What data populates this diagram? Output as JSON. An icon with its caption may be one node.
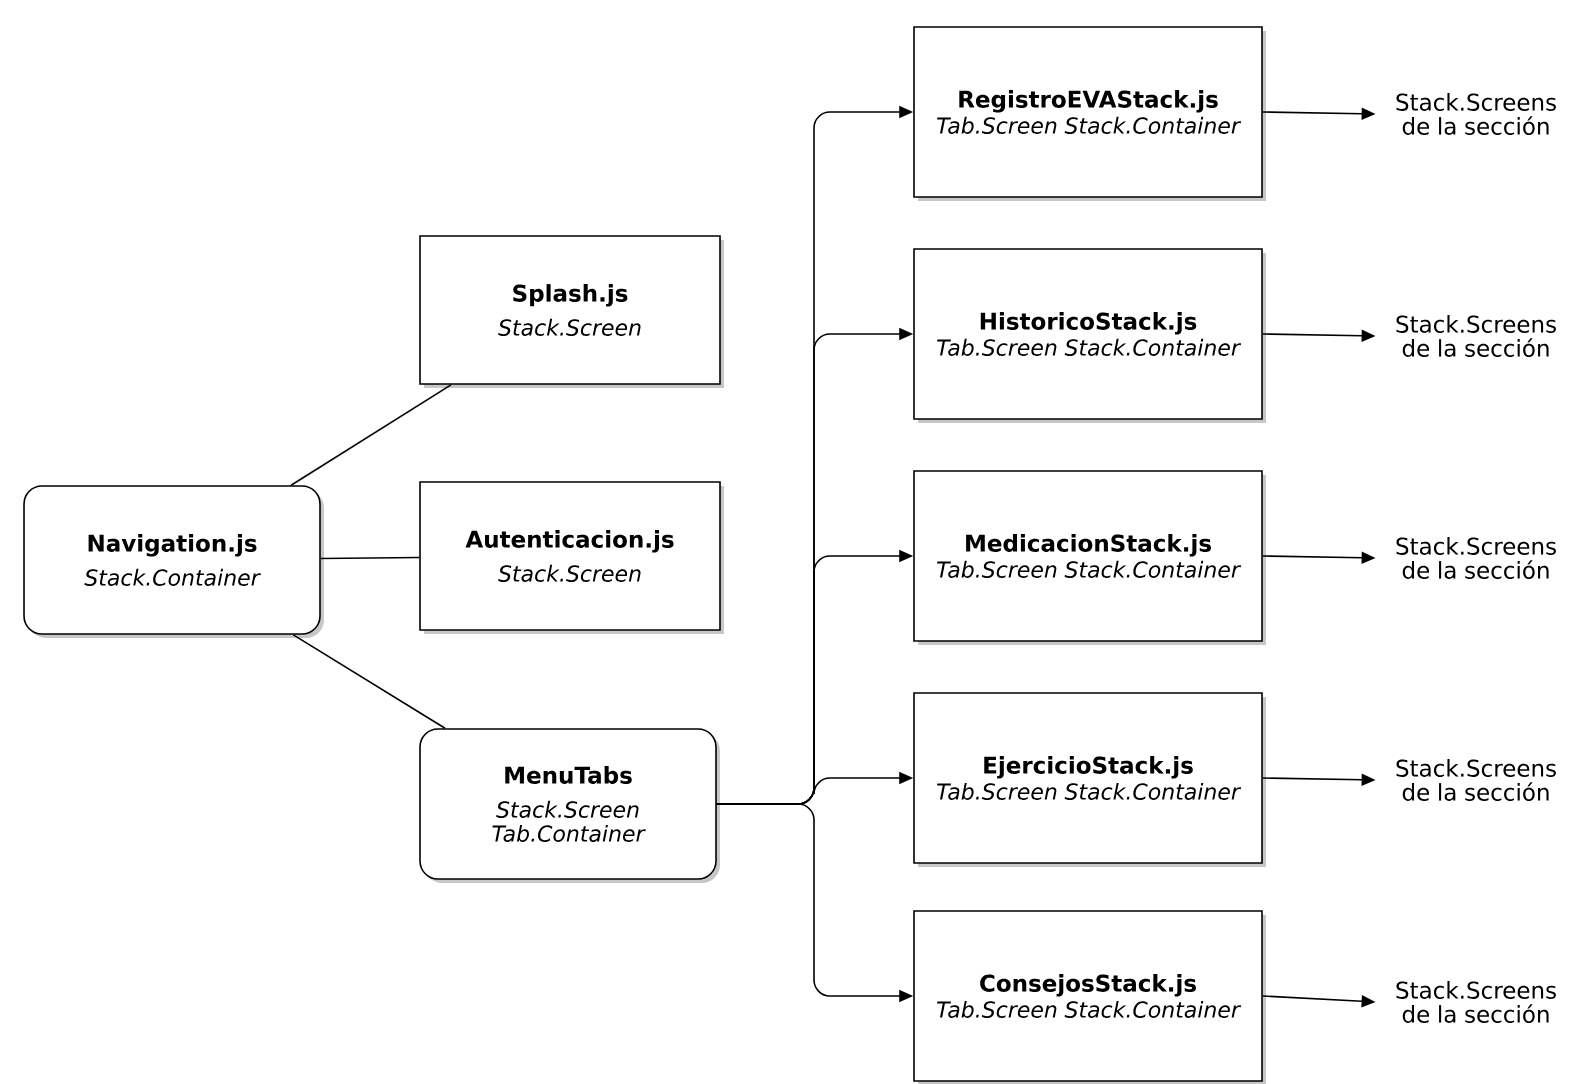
{
  "diagram": {
    "nodes": [
      {
        "text": [
          "Navigation.js",
          "Stack.Container"
        ]
      },
      {
        "text": [
          "Splash.js",
          "Stack.Screen"
        ]
      },
      {
        "text": [
          "Autenticacion.js",
          "Stack.Screen"
        ]
      },
      {
        "text": [
          "MenuTabs",
          "Stack.Screen Tab.Container"
        ]
      },
      {
        "text": [
          "RegistroEVAStack.js",
          "Tab.Screen Stack.Container"
        ]
      },
      {
        "text": [
          "HistoricoStack.js",
          "Tab.Screen Stack.Container"
        ]
      },
      {
        "text": [
          "MedicacionStack.js",
          "Tab.Screen Stack.Container"
        ]
      },
      {
        "text": [
          "EjercicioStack.js",
          "Tab.Screen Stack.Container"
        ]
      },
      {
        "text": [
          "ConsejosStack.js",
          "Tab.Screen Stack.Container"
        ]
      },
      {
        "text": [
          "Stack.Screens de la sección"
        ]
      },
      {
        "text": [
          "Stack.Screens de la sección"
        ]
      },
      {
        "text": [
          "Stack.Screens de la sección"
        ]
      },
      {
        "text": [
          "Stack.Screens de la sección"
        ]
      },
      {
        "text": [
          "Stack.Screens de la sección"
        ]
      }
    ],
    "edges": [
      {
        "from": 0,
        "to": 1,
        "arrow": "none"
      },
      {
        "from": 0,
        "to": 2,
        "arrow": "none"
      },
      {
        "from": 0,
        "to": 3,
        "arrow": "none"
      },
      {
        "from": 3,
        "to": 4,
        "arrow": "to"
      },
      {
        "from": 3,
        "to": 5,
        "arrow": "to"
      },
      {
        "from": 3,
        "to": 6,
        "arrow": "to"
      },
      {
        "from": 3,
        "to": 7,
        "arrow": "to"
      },
      {
        "from": 3,
        "to": 8,
        "arrow": "to"
      },
      {
        "from": 4,
        "to": 9,
        "arrow": "to"
      },
      {
        "from": 5,
        "to": 10,
        "arrow": "to"
      },
      {
        "from": 6,
        "to": 11,
        "arrow": "to"
      },
      {
        "from": 7,
        "to": 12,
        "arrow": "to"
      },
      {
        "from": 8,
        "to": 13,
        "arrow": "to"
      }
    ]
  }
}
